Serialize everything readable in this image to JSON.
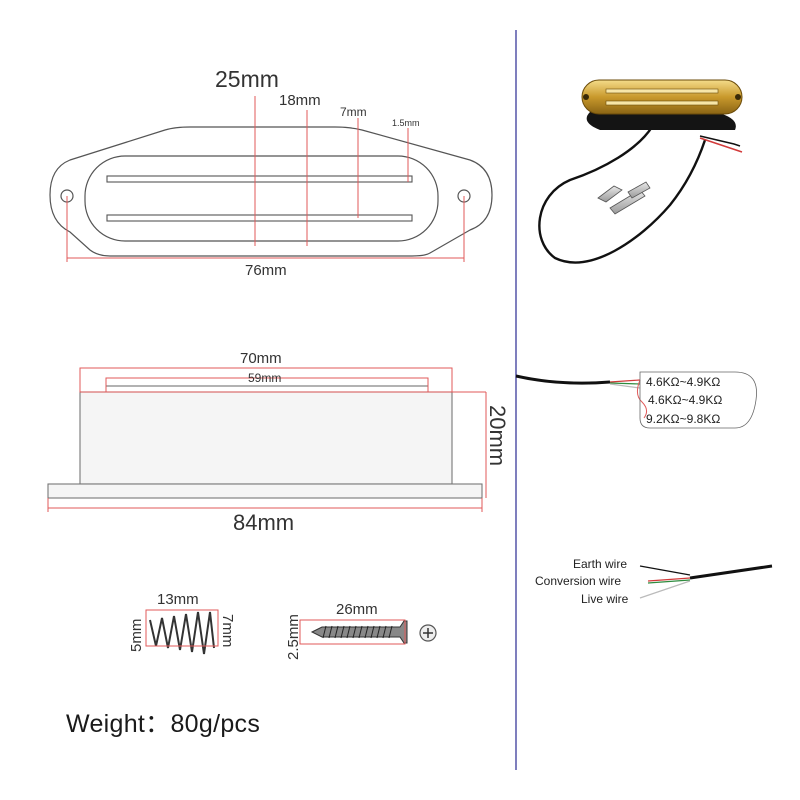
{
  "top_view": {
    "width_overall": "25mm",
    "width_inner": "18mm",
    "pole_gap": "7mm",
    "blade_thickness": "1.5mm",
    "length": "76mm"
  },
  "side_view": {
    "cover_length": "70mm",
    "blade_length": "59mm",
    "height": "20mm",
    "base_length": "84mm"
  },
  "hardware": {
    "spring_length": "13mm",
    "spring_small_dia": "5mm",
    "spring_large_dia": "7mm",
    "screw_length": "26mm",
    "screw_dia": "2.5mm"
  },
  "resistance": {
    "row1": "4.6KΩ~4.9KΩ",
    "row2": "4.6KΩ~4.9KΩ",
    "row3": "9.2KΩ~9.8KΩ"
  },
  "wires": {
    "earth": "Earth wire",
    "conversion": "Conversion wire",
    "live": "Live wire"
  },
  "weight": "Weight：80g/pcs",
  "colors": {
    "dimension_line": "#e05a5a",
    "divider": "#3a3a9a",
    "gold_cover": "#d4a93a",
    "wire_red": "#d23a3a",
    "wire_green": "#2e8b3e"
  }
}
